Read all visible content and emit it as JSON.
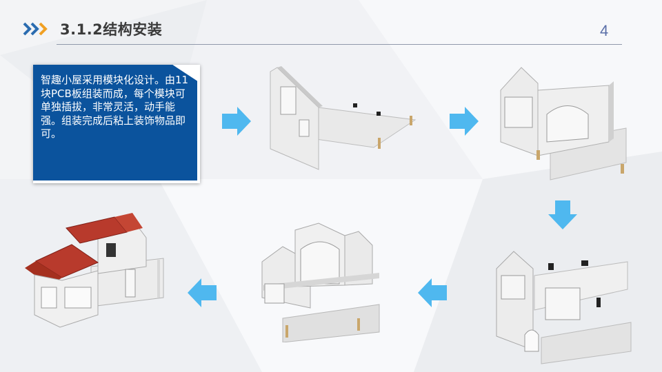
{
  "header": {
    "title": "3.1.2结构安装",
    "page_number": "4"
  },
  "description": {
    "text": "智趣小屋采用模块化设计。由11块PCB板组装而成，每个模块可单独插拔，非常灵活，动手能强。组装完成后粘上装饰物品即可。"
  },
  "colors": {
    "accent_blue": "#0b539d",
    "chevron_blue": "#2b6cb0",
    "chevron_orange": "#f0a023",
    "arrow_blue": "#4fb8ef"
  },
  "icons": {
    "chevrons": "double-chevron-right-icon",
    "arrow_right": "arrow-right-icon",
    "arrow_down": "arrow-down-icon",
    "arrow_left": "arrow-left-icon"
  },
  "steps": [
    {
      "id": 1,
      "image": "assembly-step-1-photo"
    },
    {
      "id": 2,
      "image": "assembly-step-2-photo"
    },
    {
      "id": 3,
      "image": "assembly-step-3-photo"
    },
    {
      "id": 4,
      "image": "assembly-step-4-photo"
    },
    {
      "id": 5,
      "image": "assembly-finished-house-photo"
    }
  ]
}
